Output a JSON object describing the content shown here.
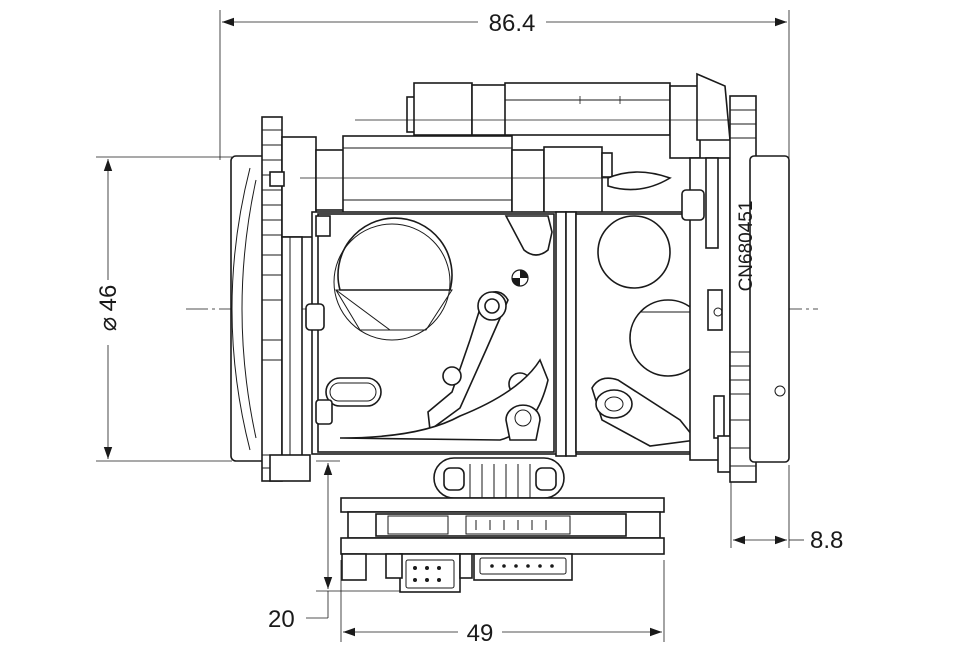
{
  "dimensions": {
    "overall_width": "86.4",
    "diameter": "46",
    "diameter_symbol": "⌀",
    "flange_offset": "8.8",
    "board_height": "20",
    "board_width": "49"
  },
  "part_marking": "CN680451",
  "colors": {
    "line": "#1a1a1a",
    "background": "#ffffff"
  }
}
